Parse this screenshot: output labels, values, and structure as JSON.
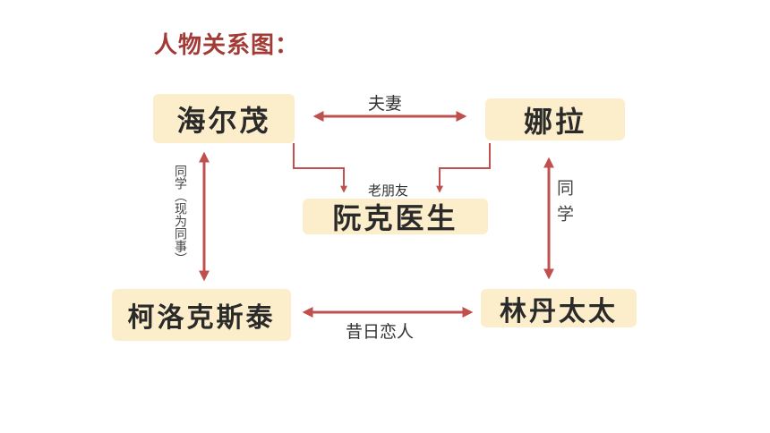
{
  "title": "人物关系图：",
  "nodes": {
    "helmer": "海尔茂",
    "nora": "娜拉",
    "rank": "阮克医生",
    "krogstad": "柯洛克斯泰",
    "linde": "林丹太太"
  },
  "relations": {
    "spouses": "夫妻",
    "old_friends": "老朋友",
    "classmates_now_colleagues": "同学（现为同事）",
    "classmates": "同学",
    "former_lovers": "昔日恋人"
  },
  "colors": {
    "title": "#a23a35",
    "node_fill": "#fdeecb",
    "arrow": "#c0504d"
  }
}
